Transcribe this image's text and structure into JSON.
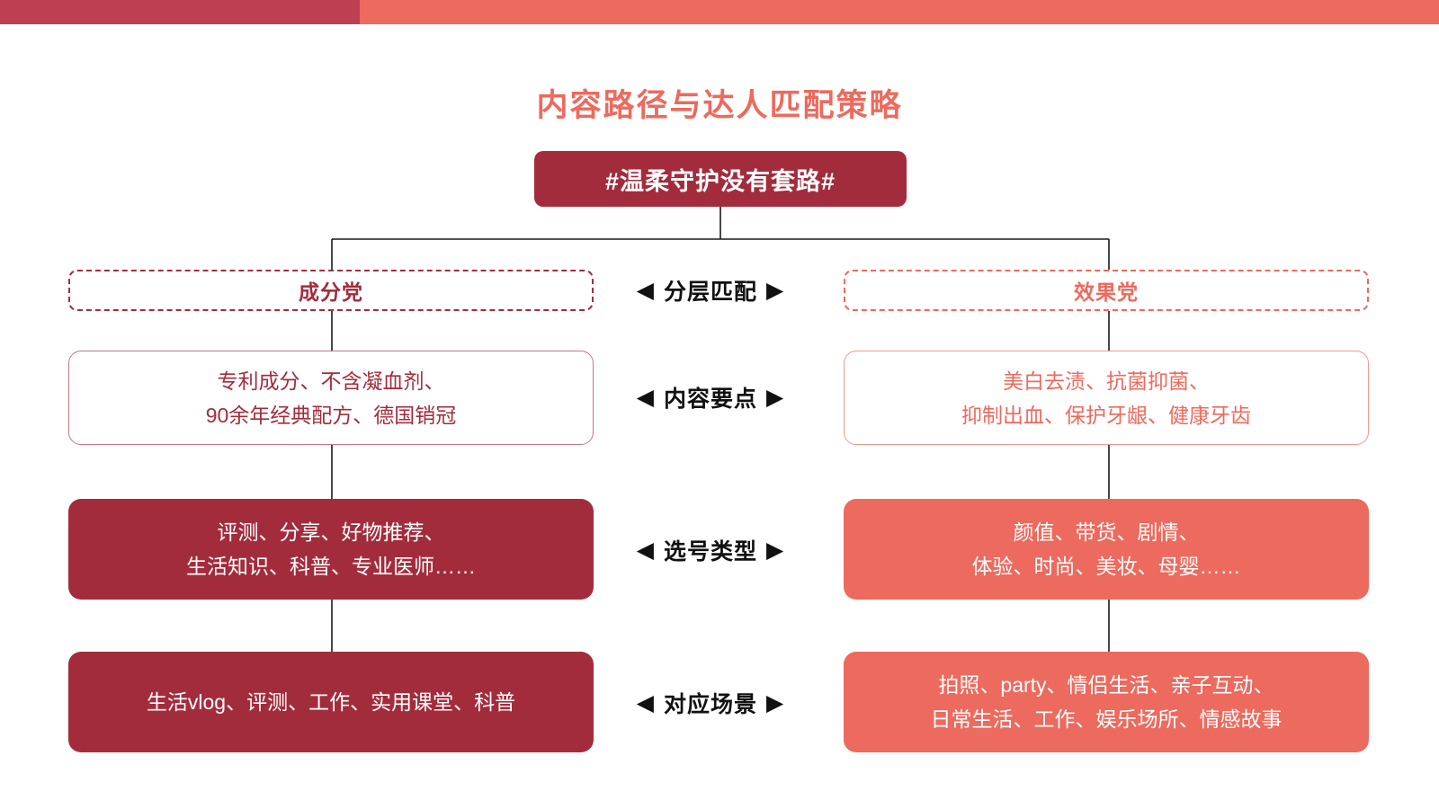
{
  "topbar": {
    "left_color": "#be3f51",
    "right_color": "#ec6a5e"
  },
  "header": {
    "title": "内容路径与达人匹配策略",
    "title_color": "#ec6a5e",
    "hashtag": "#温柔守护没有套路#",
    "hashtag_bg": "#a32c3c"
  },
  "middle_labels": [
    {
      "left_arrow": "◀",
      "text": "分层匹配",
      "right_arrow": "▶"
    },
    {
      "left_arrow": "◀",
      "text": "内容要点",
      "right_arrow": "▶"
    },
    {
      "left_arrow": "◀",
      "text": "选号类型",
      "right_arrow": "▶"
    },
    {
      "left_arrow": "◀",
      "text": "对应场景",
      "right_arrow": "▶"
    }
  ],
  "left_branch": {
    "tag": "成分党",
    "tag_color": "#a32c3c",
    "content_points": {
      "line1": "专利成分、不含凝血剂、",
      "line2": "90余年经典配方、德国销冠"
    },
    "account_types": {
      "line1": "评测、分享、好物推荐、",
      "line2": "生活知识、科普、专业医师……"
    },
    "scenes": {
      "line1": "生活vlog、评测、工作、实用课堂、科普",
      "line2": ""
    }
  },
  "right_branch": {
    "tag": "效果党",
    "tag_color": "#ec6a5e",
    "content_points": {
      "line1": "美白去渍、抗菌抑菌、",
      "line2": "抑制出血、保护牙龈、健康牙齿"
    },
    "account_types": {
      "line1": "颜值、带货、剧情、",
      "line2": "体验、时尚、美妆、母婴……"
    },
    "scenes": {
      "line1": "拍照、party、情侣生活、亲子互动、",
      "line2": "日常生活、工作、娱乐场所、情感故事"
    }
  }
}
